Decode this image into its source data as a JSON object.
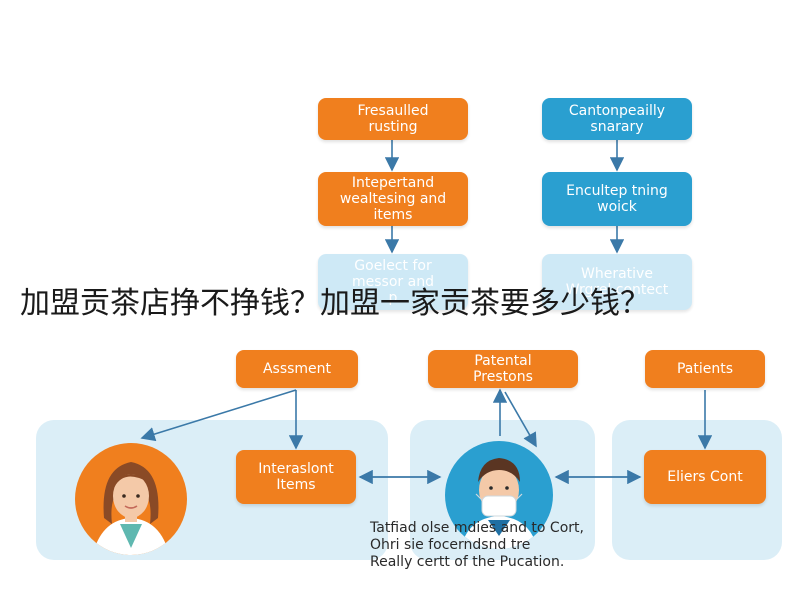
{
  "title": "加盟贡茶店挣不挣钱？加盟一家贡茶要多少钱？",
  "nodes": {
    "n1": "Fresaulled\nrusting",
    "n2": "Intepertand\nwealtesing and\nitems",
    "n3": "Goelect for\nmessor and\np",
    "n4": "Cantonpeailly\nsnarary",
    "n5": "Encultep tning\nwoick",
    "n6": "Wherative\nWrgrel contect",
    "n7": "Asssment",
    "n8": "Patental\nPrestons",
    "n9": "Patients",
    "n10": "Interaslont\nItems",
    "n11": "Eliers Cont"
  },
  "caption": "Tatfiad olse mdies and to Cort,\nOhri sie focerndsnd tre\nReally certt of the Pucation.",
  "colors": {
    "orange": "#f07f1e",
    "blue": "#2a9fd0",
    "panel": "#dbeef7",
    "arrow": "#3b79a8"
  },
  "icons": {
    "avatar_left": "female-doctor-avatar",
    "avatar_center": "male-doctor-masked-avatar"
  }
}
